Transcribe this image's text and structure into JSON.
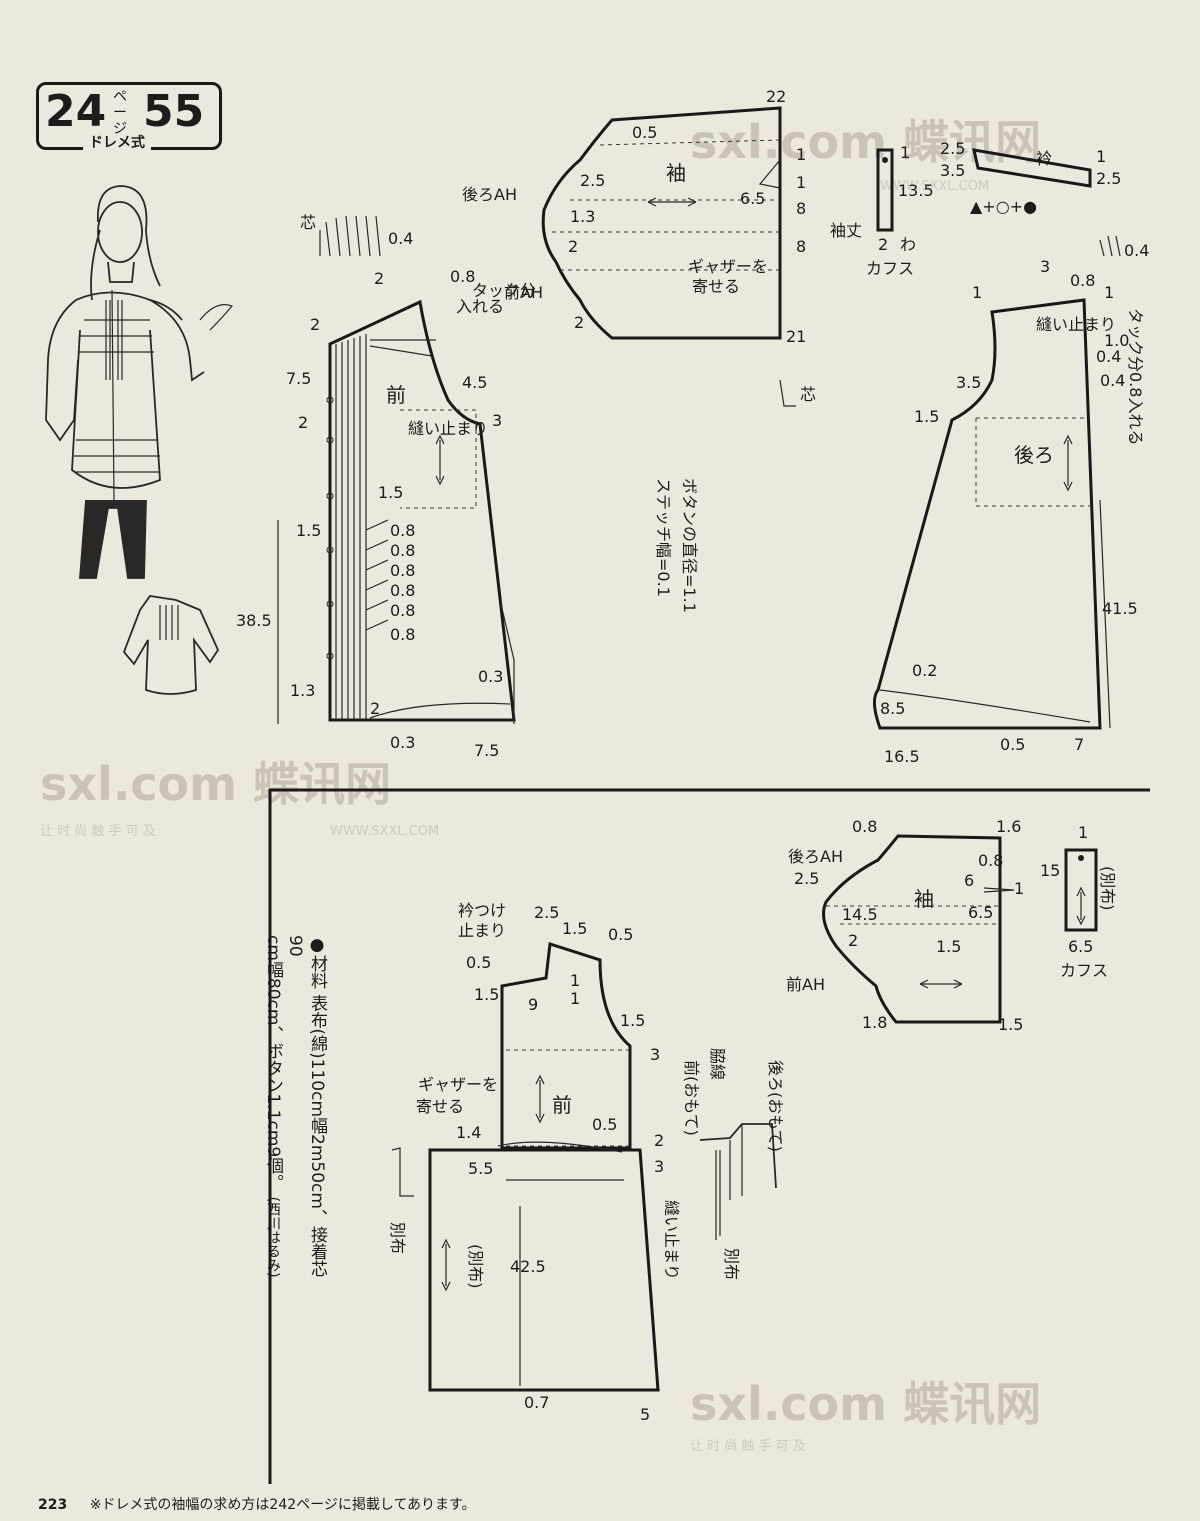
{
  "header": {
    "page_no": "24",
    "page_unit": "ページ",
    "pattern_no": "55",
    "method": "ドレメ式"
  },
  "materials": {
    "title": "●材料",
    "line1": "表布(綿)110cm幅2m50cm、接着芯90",
    "line2": "cm幅80cm、ボタン1.1cm9個。",
    "credit": "(西川はるみ)"
  },
  "footer": {
    "page_number": "223",
    "note": "※ドレメ式の袖幅の求め方は242ページに掲載してあります。"
  },
  "watermark": {
    "brand": "sxl.com 蝶讯网",
    "site": "WWW.SXXL.COM",
    "slogan": "让 时 尚 触 手 可 及"
  },
  "colors": {
    "paper": "#ece8de",
    "ink": "#1e1c1a",
    "watermark": "#c9c3b8"
  },
  "top_pattern": {
    "sleeve": {
      "title": "袖",
      "gather": "ギャザーを",
      "gather2": "寄せる",
      "back_ah": "後ろAH",
      "front_ah": "前AH",
      "m05": "0.5",
      "m22": "22",
      "m25": "2.5",
      "m13": "1.3",
      "m2a": "2",
      "m2b": "2",
      "m65": "6.5",
      "m1a": "1",
      "m1b": "1",
      "m8a": "8",
      "m8b": "8",
      "m21": "21",
      "length_label": "袖丈"
    },
    "cuff": {
      "title": "カフス",
      "m1": "1",
      "m135": "13.5",
      "m2": "2",
      "fold": "わ"
    },
    "collar": {
      "title": "衿",
      "m25": "2.5",
      "m35": "3.5",
      "m1": "1",
      "m25b": "2.5",
      "marks": "▲+○+●"
    },
    "interfacing": "芯",
    "m04a": "0.4",
    "m04b": "0.4",
    "front": {
      "title": "前",
      "tuck": "タック分",
      "tuck2": "0.8",
      "tuck3": "入れる",
      "stitch_stop": "縫い止まり",
      "m2a": "2",
      "m2b": "2",
      "m75": "7.5",
      "m45": "4.5",
      "m3": "3",
      "m2c": "2",
      "m15": "1.5",
      "m15b": "1.5",
      "m08": "0.8",
      "m385": "38.5",
      "m13": "1.3",
      "m2d": "2",
      "m03a": "0.3",
      "m03b": "0.3",
      "m75b": "7.5"
    },
    "button_note": "ボタンの直径=1.1",
    "stitch_note": "ステッチ幅=0.1",
    "back": {
      "title": "後ろ",
      "stitch_stop": "縫い止まり",
      "tuck": "タック分0.8入れる",
      "m1a": "1",
      "m1b": "1",
      "m3": "3",
      "m08": "0.8",
      "m10": "1.0",
      "m04a": "0.4",
      "m04b": "0.4",
      "m35": "3.5",
      "m15": "1.5",
      "m415": "41.5",
      "m02": "0.2",
      "m85": "8.5",
      "m165": "16.5",
      "m05": "0.5",
      "m7": "7"
    }
  },
  "bottom_pattern": {
    "sleeve": {
      "title": "袖",
      "back_ah": "後ろAH",
      "front_ah": "前AH",
      "m08a": "0.8",
      "m16": "1.6",
      "m25": "2.5",
      "m08b": "0.8",
      "m6": "6",
      "m1": "1",
      "m145": "14.5",
      "m65": "6.5",
      "m2": "2",
      "m15a": "1.5",
      "m18": "1.8",
      "m15b": "1.5"
    },
    "cuff": {
      "title": "カフス",
      "m1": "1",
      "m15": "15",
      "m65": "6.5",
      "sep": "(別布)"
    },
    "front": {
      "title": "前",
      "collar_stop": "衿つけ",
      "collar_stop2": "止まり",
      "gather": "ギャザーを",
      "gather2": "寄せる",
      "stitch_stop": "縫い止まり",
      "m25": "2.5",
      "m15a": "1.5",
      "m05a": "0.5",
      "m05b": "0.5",
      "m15b": "1.5",
      "m9": "9",
      "m1a": "1",
      "m1b": "1",
      "m15c": "1.5",
      "m3a": "3",
      "m14": "1.4",
      "m55": "5.5",
      "m05c": "0.5",
      "m2": "2",
      "m3b": "3",
      "m425": "42.5",
      "m07": "0.7",
      "m5": "5",
      "sep": "別布",
      "sep2": "(別布)"
    },
    "side": {
      "side_seam": "脇線",
      "front_face": "前(おもて)",
      "back_face": "後ろ(おもて)",
      "sep": "別布"
    }
  }
}
